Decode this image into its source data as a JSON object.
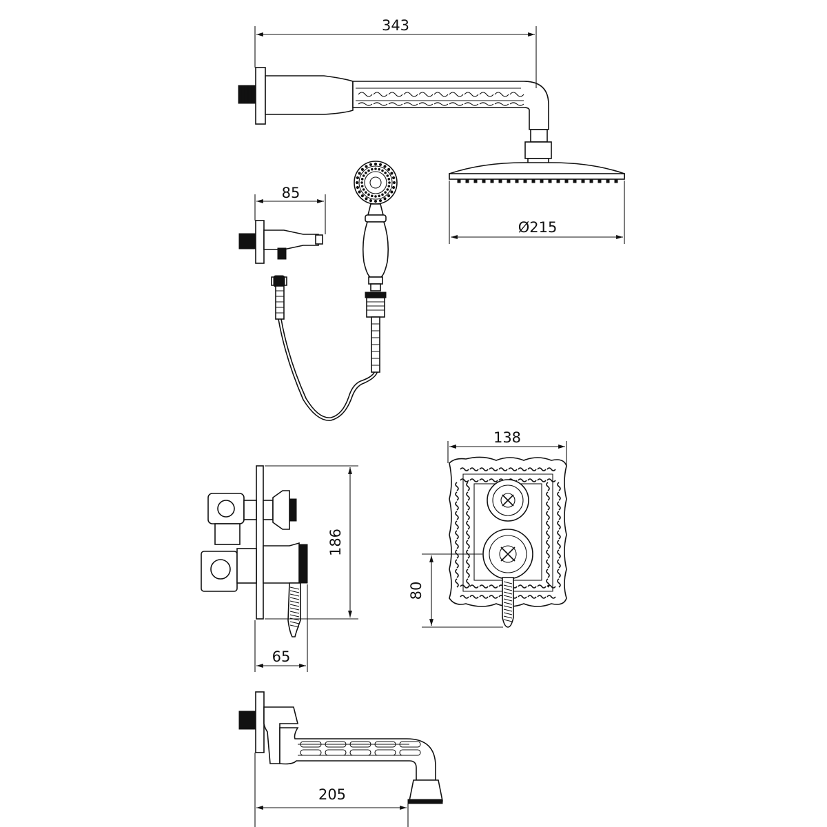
{
  "colors": {
    "line": "#111111",
    "background": "#ffffff"
  },
  "dimensions": {
    "shower_arm_length": "343",
    "wall_outlet_length": "85",
    "shower_head_diameter": "Ø215",
    "plate_width": "138",
    "mixer_depth": "65",
    "mixer_height": "186",
    "handle_offset": "80",
    "spout_length": "205"
  }
}
